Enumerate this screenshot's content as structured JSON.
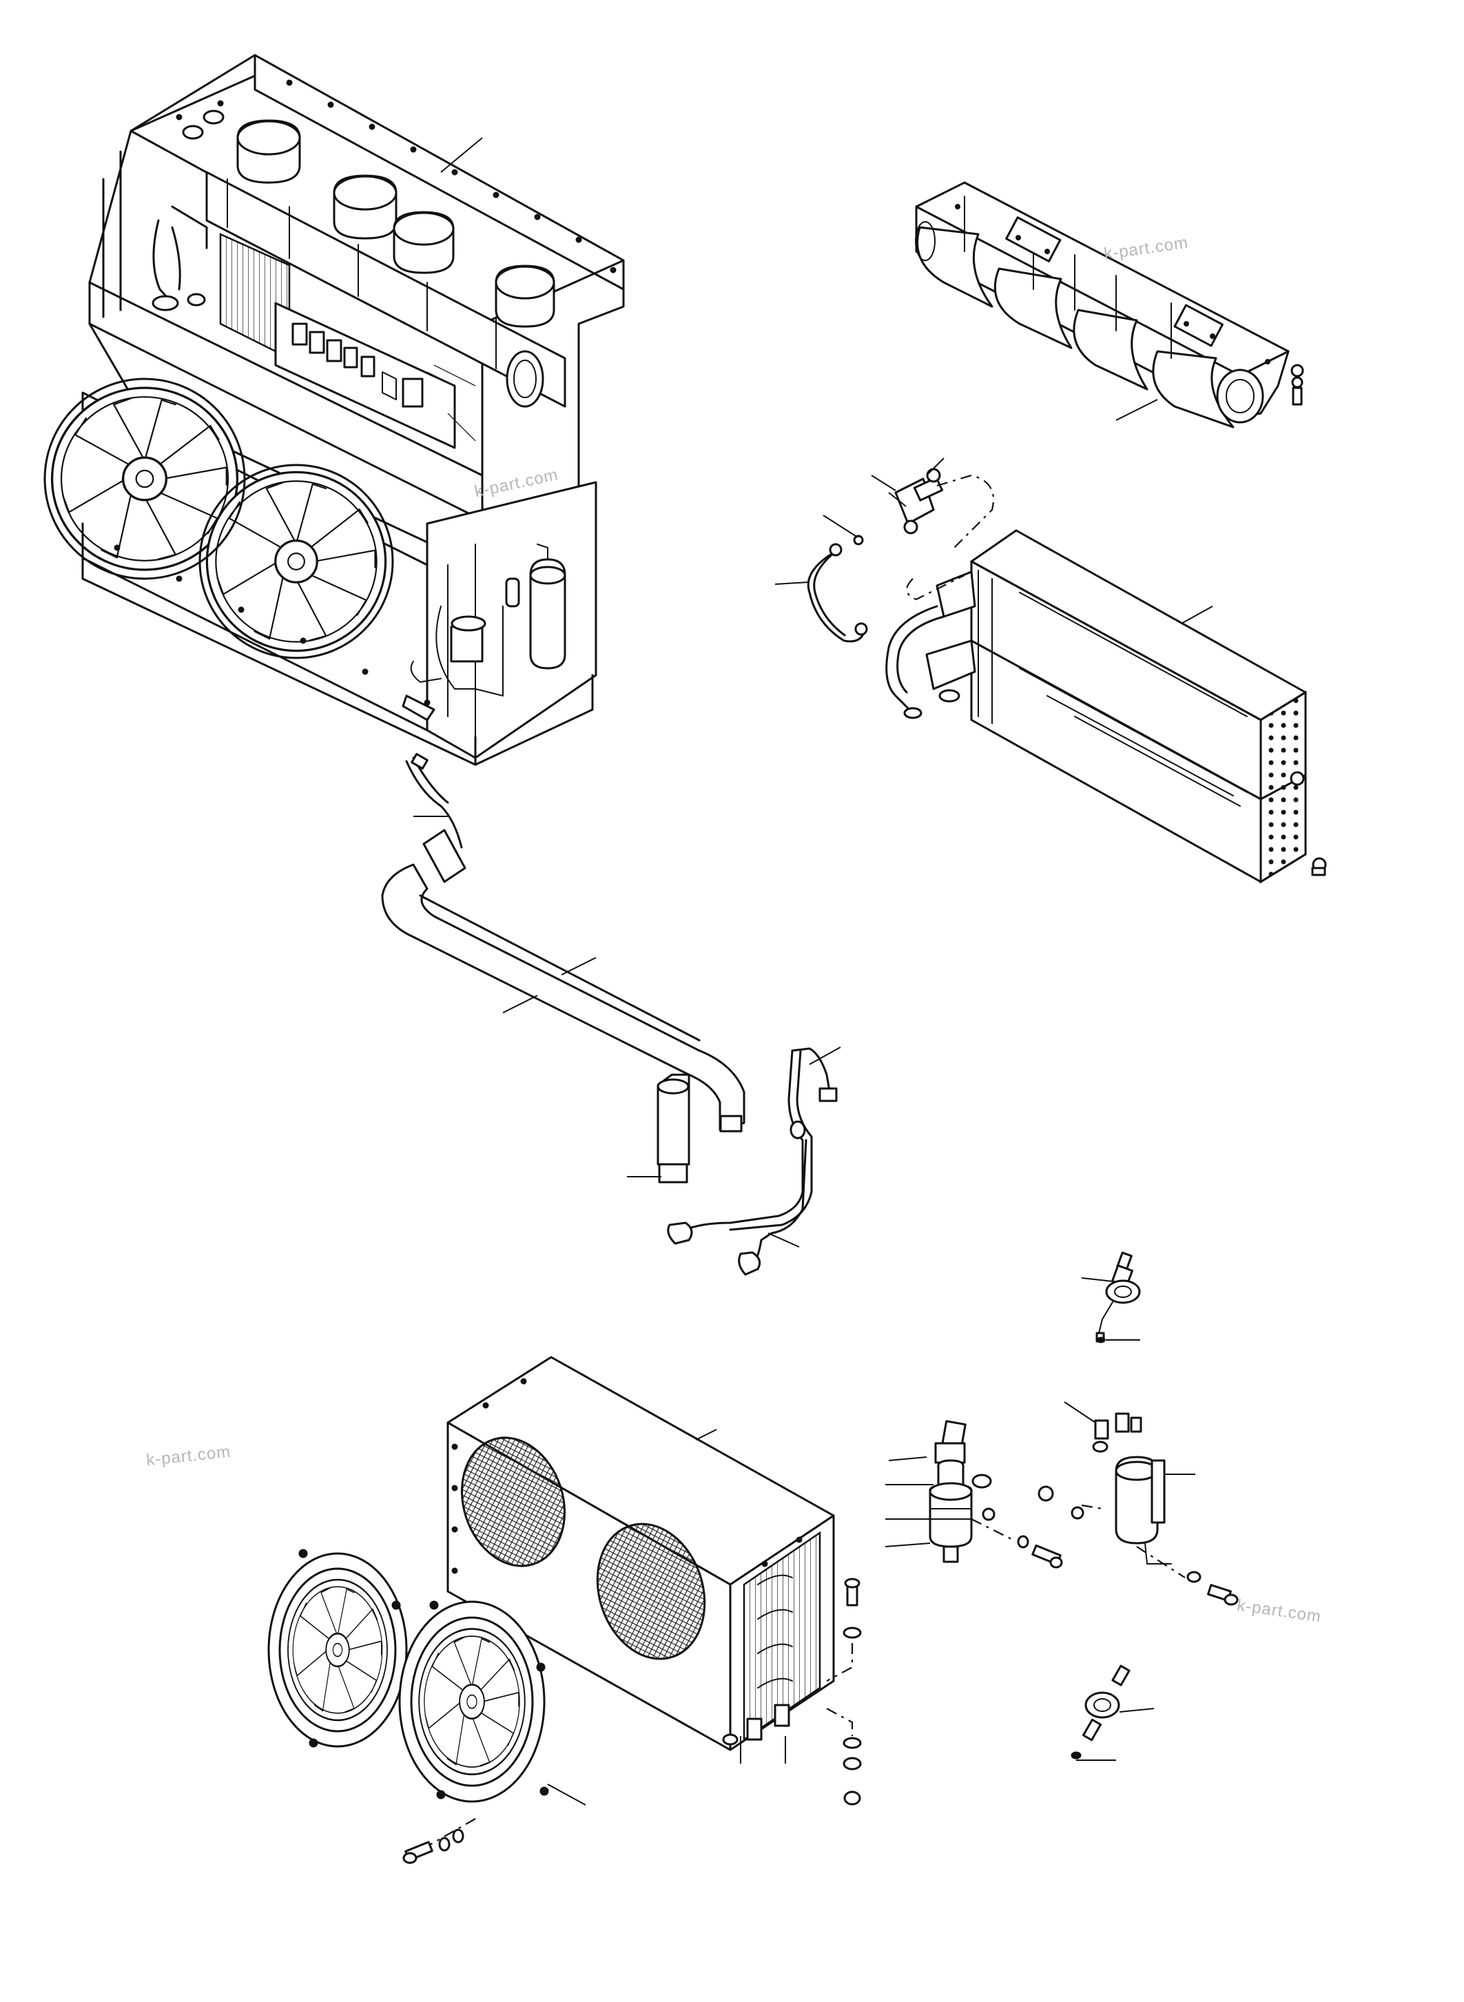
{
  "watermarks": {
    "wm1": "k-part.com",
    "wm2": "k-part.com",
    "wm3": "k-part.com",
    "wm4": "k-part.com"
  },
  "icons": [
    "hvac-unit",
    "blower-assembly",
    "expansion-valve",
    "evaporator-coil",
    "suction-pipe",
    "liquid-pipe",
    "condenser",
    "condenser-fan",
    "receiver-drier",
    "pressure-switch",
    "sight-glass"
  ]
}
